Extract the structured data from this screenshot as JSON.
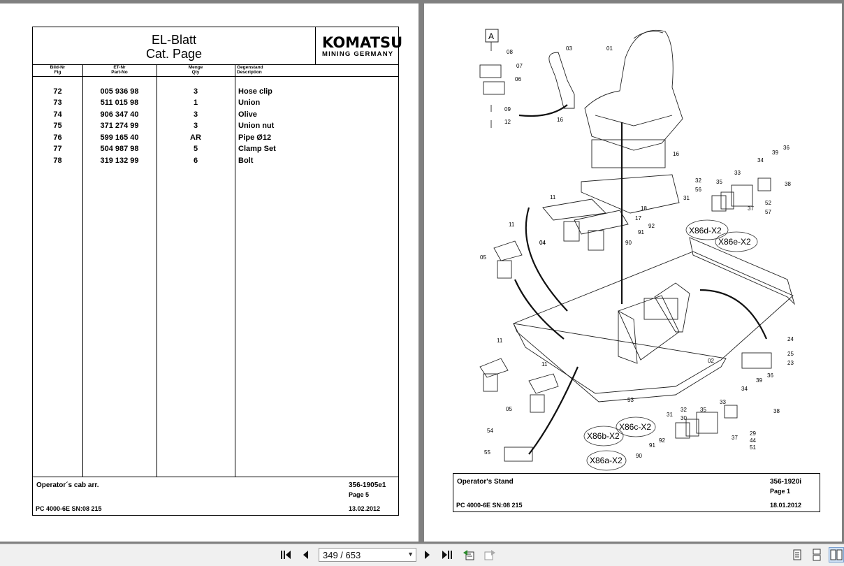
{
  "left_page": {
    "title_line1": "EL-Blatt",
    "title_line2": "Cat. Page",
    "logo_text": "KOMATSU",
    "logo_sub": "MINING GERMANY",
    "columns": [
      {
        "l1": "Bild-Nr",
        "l2": "Fig"
      },
      {
        "l1": "ET-Nr",
        "l2": "Part-No"
      },
      {
        "l1": "Menge",
        "l2": "Qty"
      },
      {
        "l1": "Gegenstand",
        "l2": "Description"
      }
    ],
    "rows": [
      {
        "fig": "72",
        "part": "005 936 98",
        "qty": "3",
        "desc": "Hose clip"
      },
      {
        "fig": "73",
        "part": "511 015 98",
        "qty": "1",
        "desc": "Union"
      },
      {
        "fig": "74",
        "part": "906 347 40",
        "qty": "3",
        "desc": "Olive"
      },
      {
        "fig": "75",
        "part": "371 274 99",
        "qty": "3",
        "desc": "Union nut"
      },
      {
        "fig": "76",
        "part": "599 165 40",
        "qty": "AR",
        "desc": "Pipe Ø12"
      },
      {
        "fig": "77",
        "part": "504 987 98",
        "qty": "5",
        "desc": "Clamp Set"
      },
      {
        "fig": "78",
        "part": "319 132 99",
        "qty": "6",
        "desc": "Bolt"
      }
    ],
    "footer": {
      "name": "Operator´s cab arr.",
      "doc_no": "356-1905e1",
      "page": "Page 5",
      "model": "PC 4000-6E SN:08 215",
      "date": "13.02.2012"
    }
  },
  "right_page": {
    "detail_label": "A",
    "callouts": [
      "01",
      "02",
      "03",
      "04",
      "04",
      "05",
      "05",
      "06",
      "07",
      "08",
      "09",
      "11",
      "11",
      "11",
      "11",
      "12",
      "16",
      "16",
      "17",
      "18",
      "23",
      "24",
      "25",
      "29",
      "30",
      "31",
      "31",
      "32",
      "32",
      "33",
      "33",
      "34",
      "34",
      "35",
      "35",
      "36",
      "36",
      "37",
      "37",
      "38",
      "38",
      "39",
      "39",
      "44",
      "51",
      "52",
      "53",
      "54",
      "55",
      "56",
      "57",
      "90",
      "90",
      "91",
      "91",
      "92",
      "92"
    ],
    "connectors": [
      "X86d-X2",
      "X86e-X2",
      "X86c-X2",
      "X86b-X2",
      "X86a-X2"
    ],
    "footer": {
      "name": "Operator's Stand",
      "doc_no": "356-1920i",
      "page": "Page 1",
      "model": "PC 4000-6E SN:08 215",
      "date": "18.01.2012"
    }
  },
  "toolbar": {
    "page_indicator": "349 / 653",
    "first_icon": "first-page-icon",
    "prev_icon": "prev-page-icon",
    "next_icon": "next-page-icon",
    "last_icon": "last-page-icon",
    "back_icon": "view-back-icon",
    "forward_icon": "view-forward-icon",
    "single_icon": "single-page-view-icon",
    "continuous_icon": "continuous-view-icon",
    "facing_icon": "facing-pages-view-icon"
  }
}
